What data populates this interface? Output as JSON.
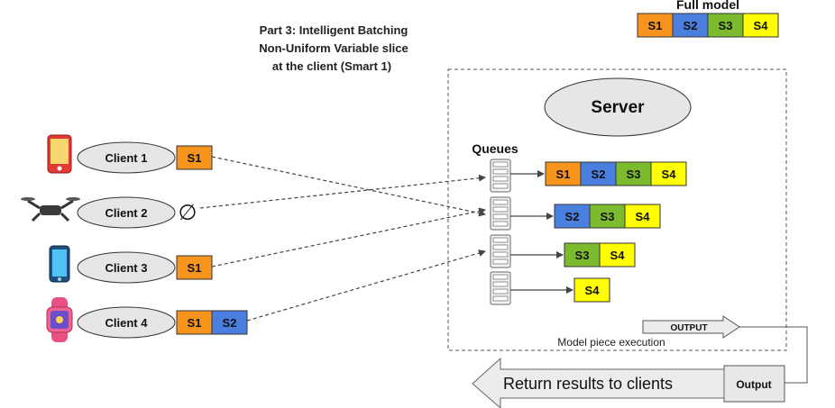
{
  "title": {
    "line1": "Part 3: Intelligent Batching",
    "line2": "Non-Uniform Variable slice",
    "line3": "at the client   (Smart 1)"
  },
  "full_model": {
    "label": "Full model",
    "slices": [
      "S1",
      "S2",
      "S3",
      "S4"
    ]
  },
  "colors": {
    "S1": "#f7941d",
    "S2": "#4a7fe0",
    "S3": "#7dbb2e",
    "S4": "#ffff00",
    "ellipse_fill": "#e6e6e6",
    "arrow_fill": "#ececec"
  },
  "server": {
    "label": "Server",
    "queues_label": "Queues",
    "execution_label": "Model piece execution",
    "output_tag": "OUTPUT",
    "queues": [
      [
        "S1",
        "S2",
        "S3",
        "S4"
      ],
      [
        "S2",
        "S3",
        "S4"
      ],
      [
        "S3",
        "S4"
      ],
      [
        "S4"
      ]
    ]
  },
  "clients": [
    {
      "name": "Client 1",
      "device": "phone-red",
      "slices": [
        "S1"
      ]
    },
    {
      "name": "Client 2",
      "device": "drone",
      "slices": [],
      "empty_symbol": "∅"
    },
    {
      "name": "Client 3",
      "device": "phone-blue",
      "slices": [
        "S1"
      ]
    },
    {
      "name": "Client 4",
      "device": "smartwatch",
      "slices": [
        "S1",
        "S2"
      ]
    }
  ],
  "return": {
    "label": "Return results to clients",
    "output_box": "Output"
  }
}
